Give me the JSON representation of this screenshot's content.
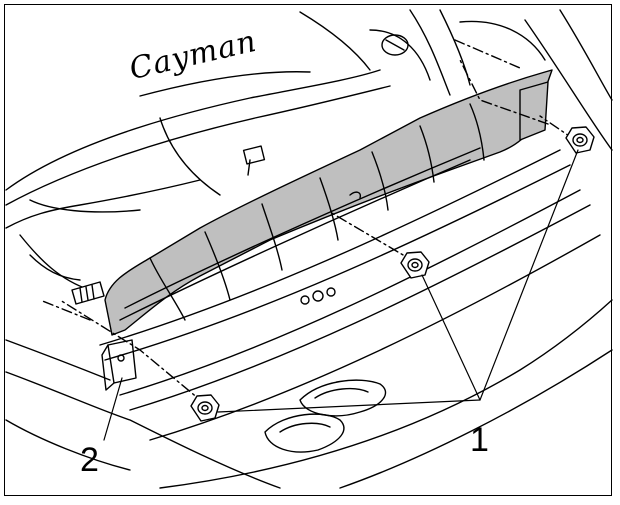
{
  "emblem": {
    "text": "Cayman"
  },
  "callouts": {
    "nuts": "1",
    "bracket": "2"
  },
  "colors": {
    "stroke": "#000000",
    "shield_fill": "#bfbfbf",
    "background": "#ffffff"
  }
}
